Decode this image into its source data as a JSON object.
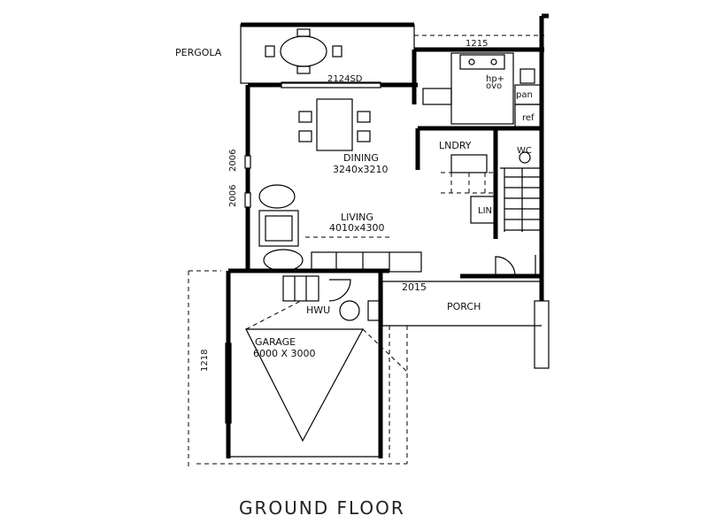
{
  "rooms": {
    "pergola": "PERGOLA",
    "dining": "DINING",
    "dining_size": "3240x3210",
    "living": "LIVING",
    "living_size": "4010x4300",
    "laundry": "LNDRY",
    "wc": "WC",
    "linen": "LIN",
    "porch": "PORCH",
    "hwu": "HWU",
    "garage": "GARAGE",
    "garage_size": "6000 X 3000"
  },
  "fixtures": {
    "hotplate": "hp+",
    "oven": "ovo",
    "pantry": "pan",
    "fridge": "ref"
  },
  "dimensions": {
    "pergola_door": "2124SD",
    "kitchen_width": "1215",
    "porch_opening": "2015",
    "window_upper": "2006",
    "window_lower": "2006",
    "garage_window": "1218"
  },
  "title": "GROUND FLOOR"
}
